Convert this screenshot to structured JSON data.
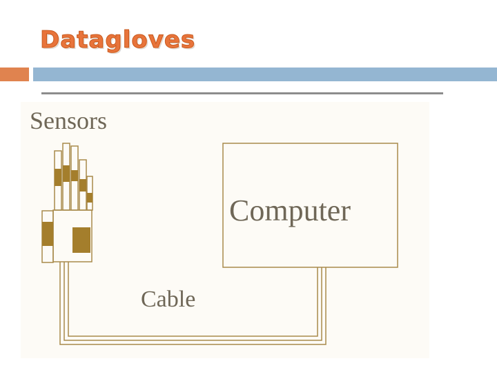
{
  "slide": {
    "title": "Datagloves"
  },
  "diagram": {
    "sensors_label": "Sensors",
    "computer_label": "Computer",
    "cable_label": "Cable"
  },
  "colors": {
    "title": "#e8743b",
    "accent_block": "#e0834f",
    "accent_bar": "#94b6d2",
    "rule": "#8c8c8c",
    "line": "#a8894a",
    "sensor": "#a47e2c",
    "label": "#6f6757"
  }
}
